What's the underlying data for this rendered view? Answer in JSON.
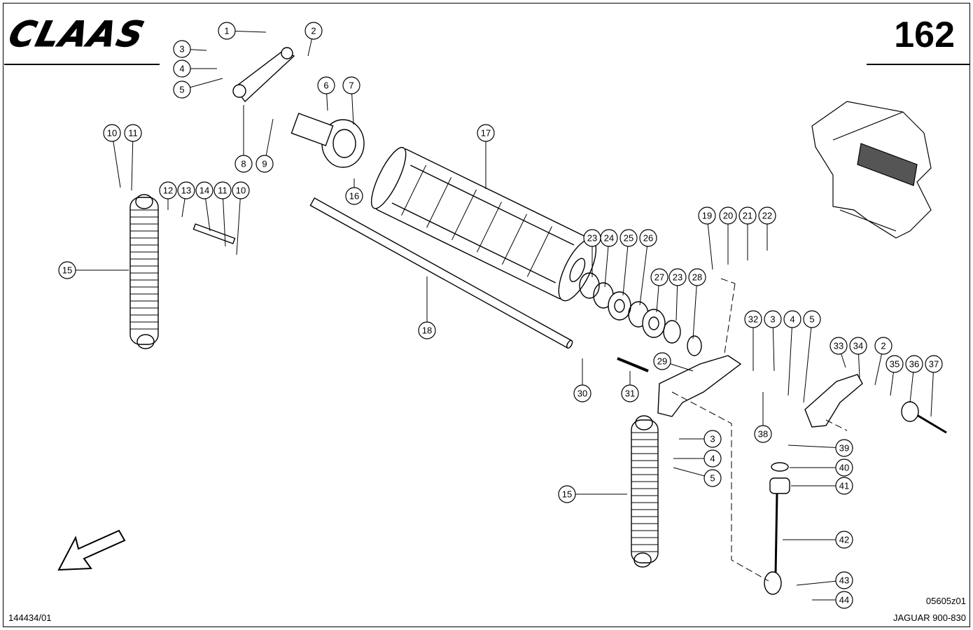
{
  "header": {
    "brand": "CLAAS",
    "page_number": "162"
  },
  "footer": {
    "document_id": "144434/01",
    "drawing_id": "05605z01",
    "model": "JAGUAR 900-830"
  },
  "callouts": [
    "1",
    "2",
    "3",
    "4",
    "5",
    "6",
    "7",
    "8",
    "9",
    "10",
    "11",
    "10",
    "11",
    "12",
    "13",
    "14",
    "15",
    "16",
    "17",
    "18",
    "19",
    "20",
    "21",
    "22",
    "23",
    "24",
    "25",
    "26",
    "27",
    "23",
    "28",
    "29",
    "30",
    "31",
    "32",
    "3",
    "4",
    "5",
    "33",
    "34",
    "2",
    "35",
    "36",
    "37",
    "38",
    "3",
    "4",
    "5",
    "39",
    "40",
    "41",
    "15",
    "42",
    "43",
    "44"
  ]
}
